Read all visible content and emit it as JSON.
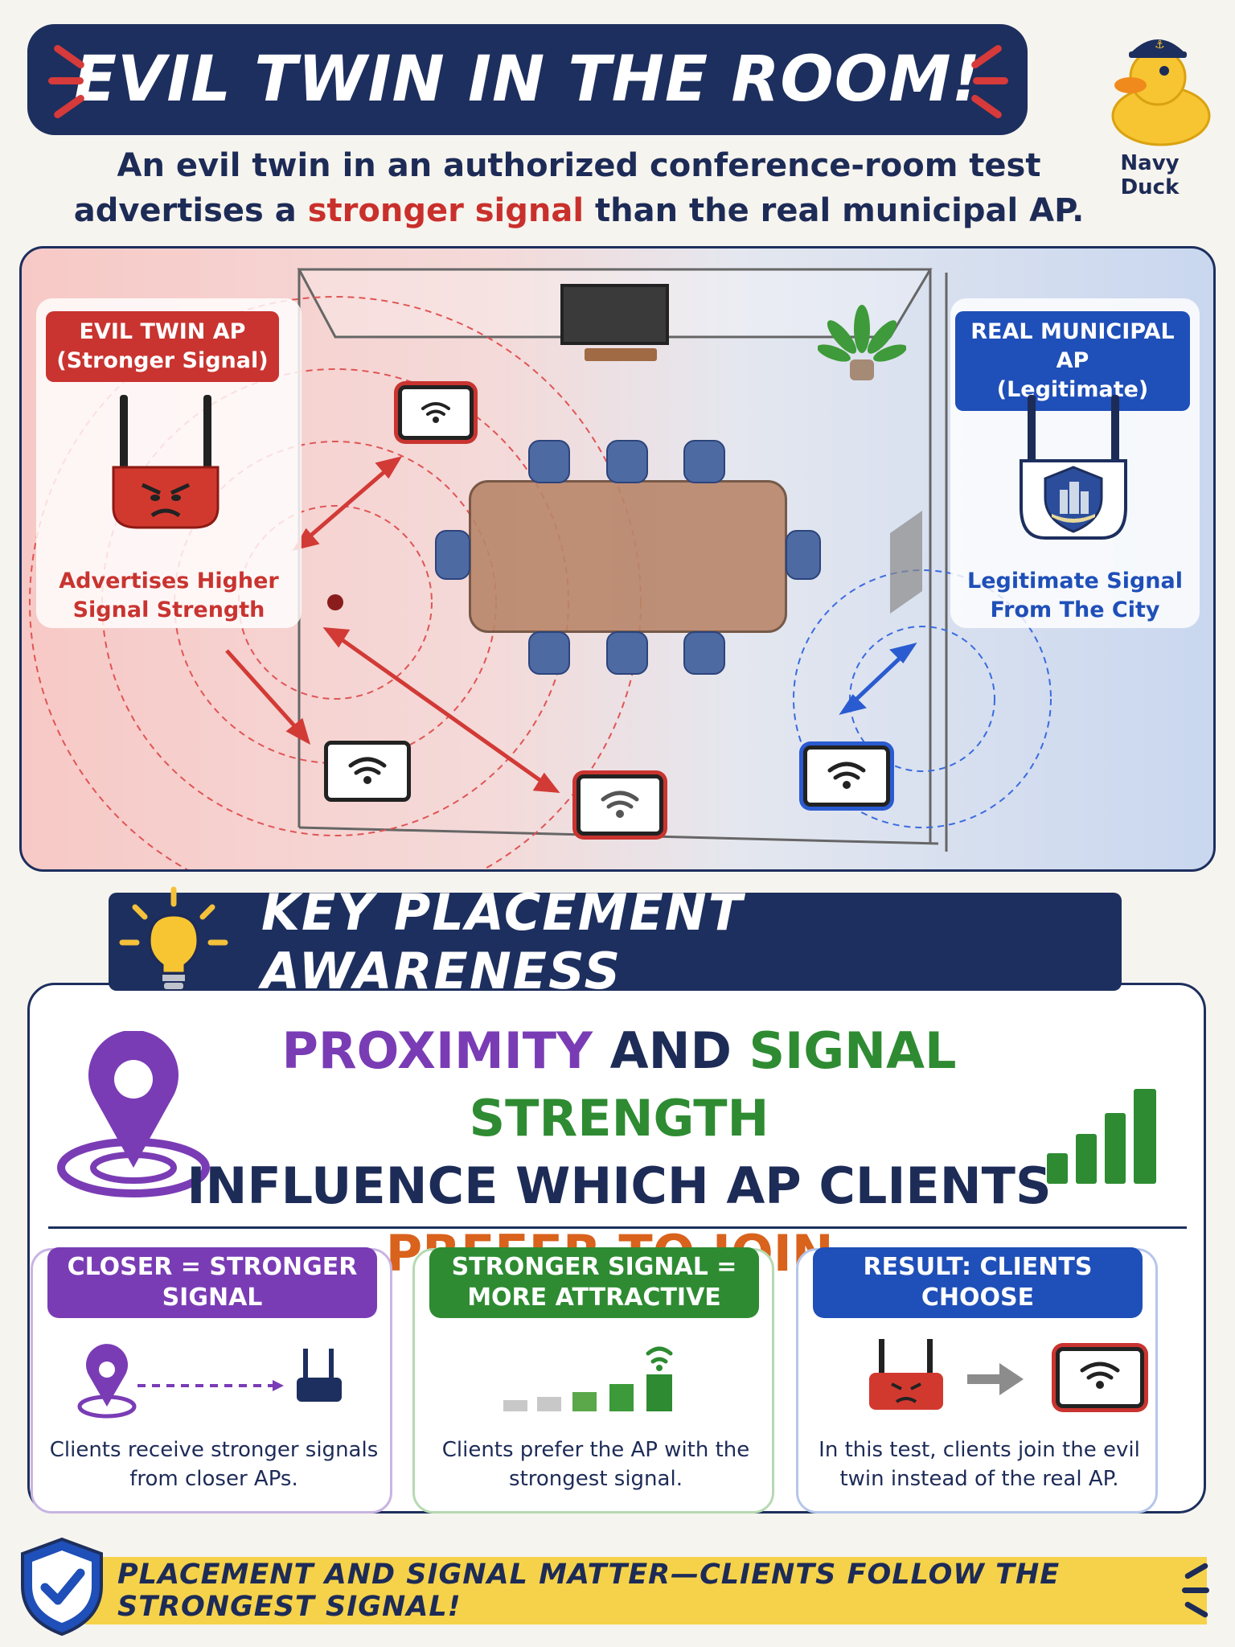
{
  "header": {
    "title": "EVIL TWIN IN THE ROOM!",
    "subtitle_line1": "An evil twin in an authorized conference-room test",
    "subtitle_pre": "advertises a ",
    "subtitle_highlight": "stronger signal",
    "subtitle_post": " than the real municipal AP.",
    "mascot_label": "Navy Duck"
  },
  "scene": {
    "evil": {
      "tag_line1": "EVIL TWIN AP",
      "tag_line2": "(Stronger Signal)",
      "desc_line1": "Advertises Higher",
      "desc_line2": "Signal Strength"
    },
    "real": {
      "tag_line1": "REAL MUNICIPAL AP",
      "tag_line2": "(Legitimate)",
      "desc_line1": "Legitimate Signal",
      "desc_line2": "From The City"
    }
  },
  "awareness": {
    "banner": "KEY PLACEMENT AWARENESS",
    "headline_purple": "PROXIMITY",
    "headline_and": " AND ",
    "headline_green": "SIGNAL STRENGTH",
    "headline_line2": "INFLUENCE WHICH AP CLIENTS",
    "headline_orange": "PREFER TO JOIN",
    "headline_end": ".",
    "panels": [
      {
        "tag": "CLOSER = STRONGER SIGNAL",
        "text": "Clients receive stronger signals from closer APs.",
        "color": "#7a3cb5"
      },
      {
        "tag": "STRONGER SIGNAL = MORE ATTRACTIVE",
        "text": "Clients prefer the AP with the strongest signal.",
        "color": "#2e8b32"
      },
      {
        "tag": "RESULT: CLIENTS CHOOSE",
        "text": "In this test, clients join the evil twin instead of the real AP.",
        "color": "#1f4fb8"
      }
    ]
  },
  "footer": {
    "text": "PLACEMENT AND SIGNAL MATTER—CLIENTS FOLLOW THE STRONGEST SIGNAL!"
  },
  "colors": {
    "navy": "#1d2f5e",
    "evil_red": "#c93430",
    "real_blue": "#1f4fb8",
    "purple": "#7a3cb5",
    "green": "#2e8b32",
    "orange": "#d9621c",
    "footer_yellow": "#f5d24a"
  },
  "icons": [
    "duck-mascot-icon",
    "router-evil-icon",
    "router-shield-icon",
    "wifi-icon",
    "lightbulb-icon",
    "location-pin-icon",
    "signal-bars-icon",
    "shield-check-icon",
    "arrow-right-icon"
  ]
}
